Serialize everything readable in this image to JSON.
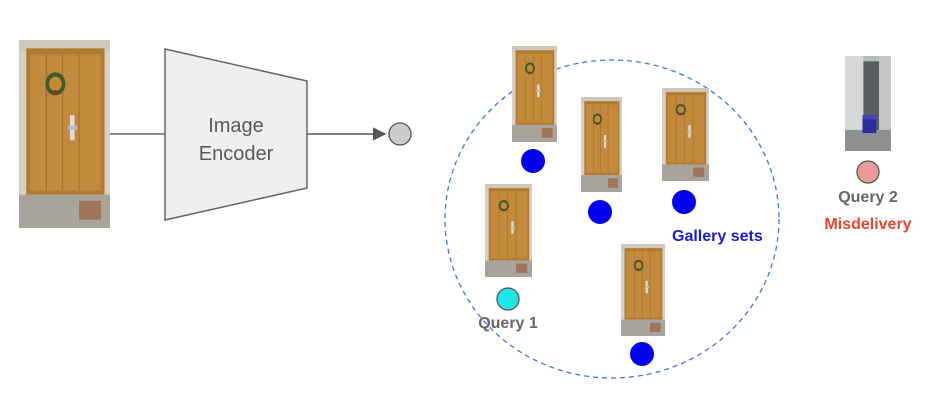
{
  "encoder": {
    "line1": "Image",
    "line2": "Encoder"
  },
  "gallery": {
    "label": "Gallery sets"
  },
  "query1": {
    "label": "Query 1"
  },
  "query2": {
    "label": "Query 2",
    "status": "Misdelivery"
  },
  "colors": {
    "encoder_fill": "#eeeeee",
    "encoder_stroke": "#666666",
    "gallery_dot": "#0000ee",
    "gallery_label": "#1a1ad6",
    "query1_dot": "#22e5e5",
    "query2_dot": "#ea9a9a",
    "misdelivery": "#e8452c",
    "query_label": "#666666",
    "circle_dash": "#3a78d8",
    "embedding_dot": "#cccccc"
  },
  "icons": {
    "input_photo": "door-photo-icon",
    "gallery_photo": "door-photo-icon",
    "query2_photo": "hallway-package-photo-icon"
  }
}
